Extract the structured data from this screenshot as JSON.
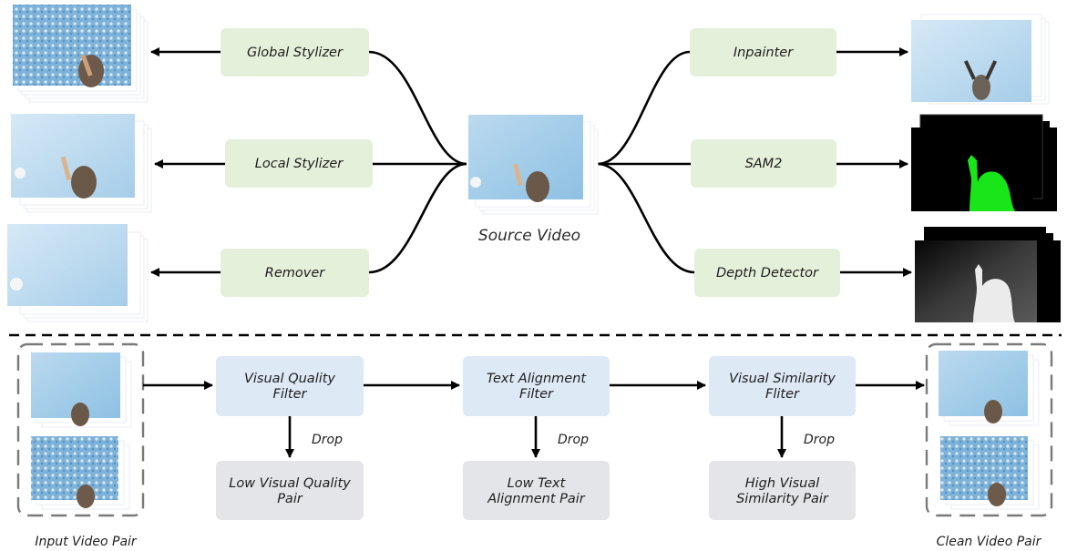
{
  "top": {
    "source_label": "Source Video",
    "left_modules": [
      "Global Stylizer",
      "Local Stylizer",
      "Remover"
    ],
    "right_modules": [
      "Inpainter",
      "SAM2",
      "Depth Detector"
    ]
  },
  "bottom": {
    "input_label": "Input Video Pair",
    "output_label": "Clean Video Pair",
    "filters": [
      {
        "line1": "Visual Quality",
        "line2": "Filter",
        "reject_line1": "Low Visual Quality",
        "reject_line2": "Pair"
      },
      {
        "line1": "Text Alignment",
        "line2": "Filter",
        "reject_line1": "Low Text",
        "reject_line2": "Alignment Pair"
      },
      {
        "line1": "Visual Similarity",
        "line2": "Fliter",
        "reject_line1": "High Visual",
        "reject_line2": "Similarity Pair"
      }
    ],
    "drop_label": "Drop"
  },
  "colors": {
    "module_green": "#e4f0da",
    "filter_blue": "#dde9f5",
    "reject_gray": "#e3e5e8",
    "sky": "#a9cfe9",
    "mask_green": "#19e619"
  }
}
